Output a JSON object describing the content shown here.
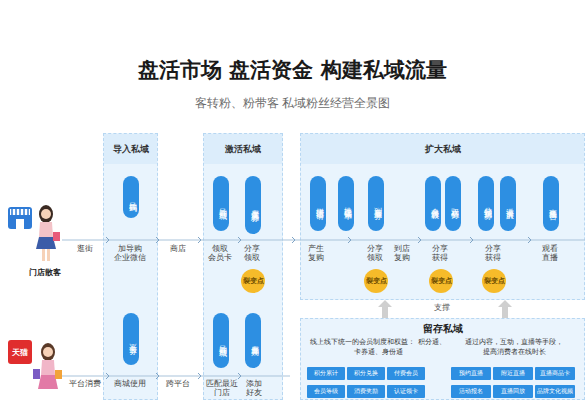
{
  "diagram": {
    "title": "盘活市场 盘活资金 构建私域流量",
    "caption": "客转粉、粉带客 私域粉丝经营全景图",
    "nodes": [
      {
        "text": [
          "导入私域"
        ]
      },
      {
        "text": [
          "导购码"
        ],
        "in": 0
      },
      {
        "text": [
          "平台卡券"
        ],
        "in": 0
      },
      {
        "text": [
          "激活私域"
        ]
      },
      {
        "text": [
          "导购商城"
        ],
        "in": 3
      },
      {
        "text": [
          "专属优惠券"
        ],
        "in": 3
      },
      {
        "text": [
          "裂变点"
        ],
        "in": 3
      },
      {
        "text": [
          "导购商城"
        ],
        "in": 3
      },
      {
        "text": [
          "专属导购"
        ],
        "in": 3
      },
      {
        "text": [
          "扩大私域"
        ]
      },
      {
        "text": [
          "拼团邀请"
        ],
        "in": 9
      },
      {
        "text": [
          "推送促销单"
        ],
        "in": 9
      },
      {
        "text": [
          "到店专属券"
        ],
        "in": 9
      },
      {
        "text": [
          "会员晋级"
        ],
        "in": 9
      },
      {
        "text": [
          "双倍积分"
        ],
        "in": 9
      },
      {
        "text": [
          "分销员招募"
        ],
        "in": 9
      },
      {
        "text": [
          "邀请入群"
        ],
        "in": 9
      },
      {
        "text": [
          "直播预告"
        ],
        "in": 9
      },
      {
        "text": [
          "裂变点"
        ],
        "in": 9
      },
      {
        "text": [
          "裂变点"
        ],
        "in": 9
      },
      {
        "text": [
          "裂变点"
        ],
        "in": 9
      },
      {
        "text": [
          "留存私域",
          "线上线下统一的会员制度和权益： 积分通、卡券通、身份通",
          "通过内容，互动，直播等手段， 提高消费者在线时长"
        ]
      },
      {
        "text": [
          "积分累计"
        ],
        "in": 21
      },
      {
        "text": [
          "积分兑换"
        ],
        "in": 21
      },
      {
        "text": [
          "付费会员"
        ],
        "in": 21
      },
      {
        "text": [
          "预约直播"
        ],
        "in": 21
      },
      {
        "text": [
          "附近直播"
        ],
        "in": 21
      },
      {
        "text": [
          "直播商品卡"
        ],
        "in": 21
      },
      {
        "text": [
          "会员等级"
        ],
        "in": 21
      },
      {
        "text": [
          "消费奖励"
        ],
        "in": 21
      },
      {
        "text": [
          "认证领卡"
        ],
        "in": 21
      },
      {
        "text": [
          "活动报名"
        ],
        "in": 21
      },
      {
        "text": [
          "直播回放"
        ],
        "in": 21
      },
      {
        "text": [
          "品牌文化视频"
        ],
        "in": 21
      }
    ],
    "edges": [
      {
        "from": 21,
        "to": 9,
        "arrow": "to"
      },
      {
        "from": 21,
        "to": 9,
        "arrow": "to"
      }
    ],
    "labels": [
      "门店散客",
      "天猫",
      "逛街",
      "加导购 企业微信",
      "商店",
      "领取 会员卡",
      "分享 领取",
      "产生 复购",
      "分享 领取",
      "到店 复购",
      "分享 获得",
      "分享 获得",
      "观看 直播",
      "支撑",
      "平台消费",
      "商城使用",
      "跨平台",
      "匹配最近 门店",
      "添加 好友"
    ]
  }
}
